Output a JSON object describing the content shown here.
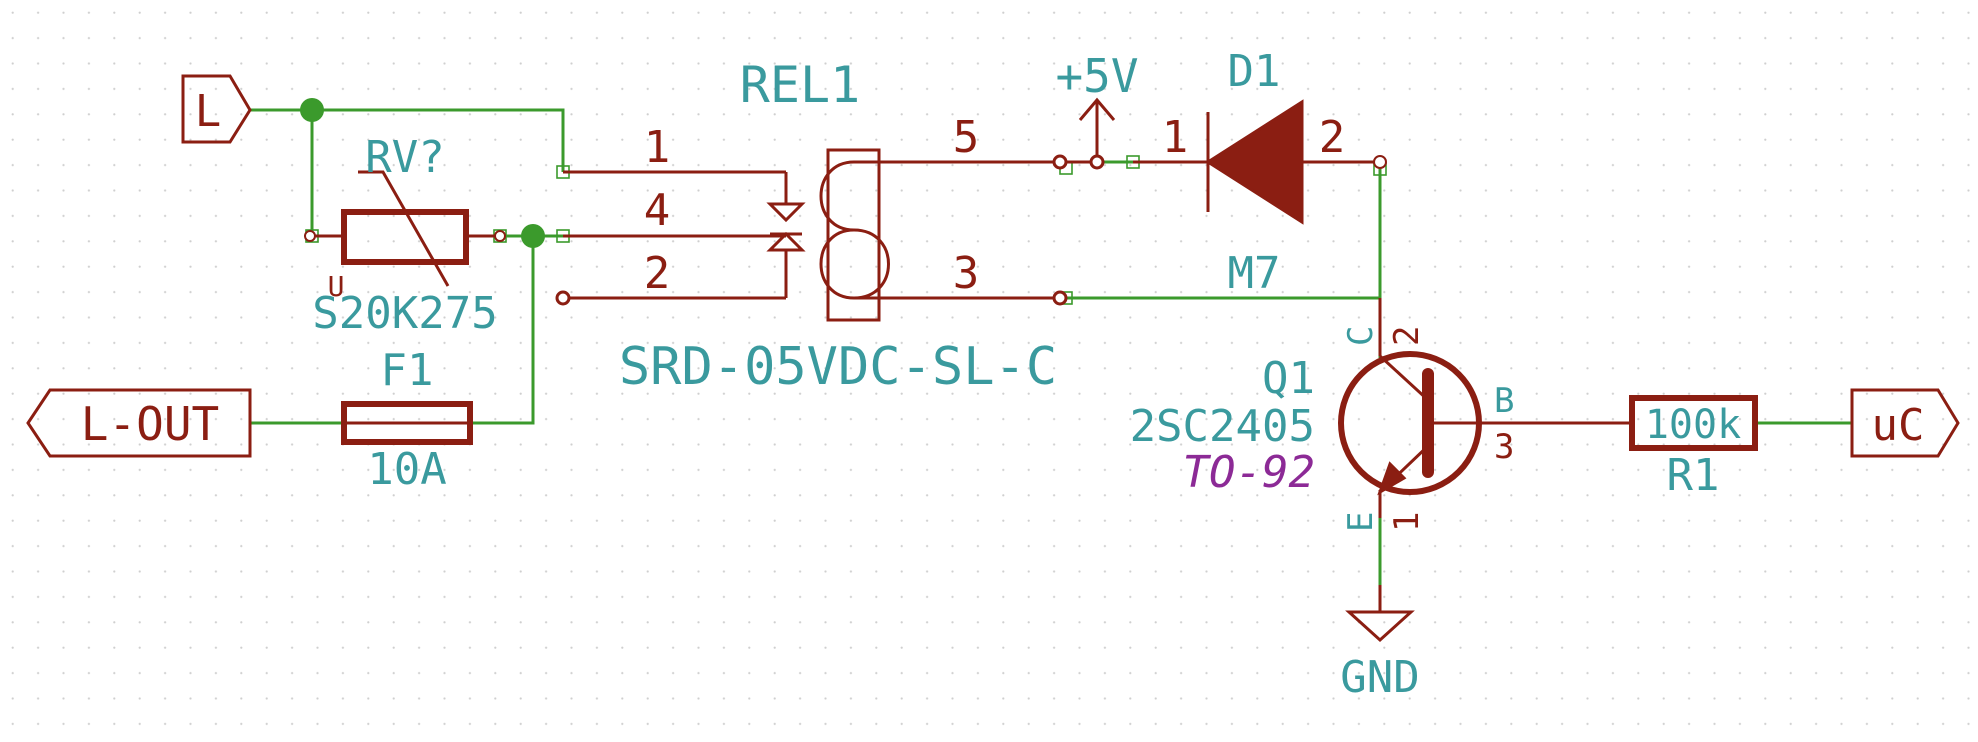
{
  "colors": {
    "wire": "#3b9a2c",
    "component": "#8b1e12",
    "label": "#3a9a9e",
    "footprint": "#8c2a96",
    "grid": "#cfcfcf",
    "background": "#ffffff"
  },
  "ports": {
    "l_in": "L",
    "l_out": "L-OUT",
    "uc": "uC"
  },
  "varistor": {
    "ref": "RV?",
    "value": "S20K275",
    "unit_mark": "U"
  },
  "fuse": {
    "ref": "F1",
    "value": "10A"
  },
  "relay": {
    "ref": "REL1",
    "value": "SRD-05VDC-SL-C",
    "pin_1": "1",
    "pin_4": "4",
    "pin_2": "2",
    "pin_5": "5",
    "pin_3": "3"
  },
  "power": {
    "vcc": "+5V",
    "gnd": "GND"
  },
  "diode": {
    "ref": "D1",
    "pin_a": "1",
    "pin_k": "2"
  },
  "net_label": "M7",
  "transistor": {
    "ref": "Q1",
    "value": "2SC2405",
    "footprint": "TO-92",
    "pin_c_name": "C",
    "pin_c_num": "2",
    "pin_b_name": "B",
    "pin_b_num": "3",
    "pin_e_name": "E",
    "pin_e_num": "1"
  },
  "resistor": {
    "ref": "R1",
    "value": "100k"
  }
}
